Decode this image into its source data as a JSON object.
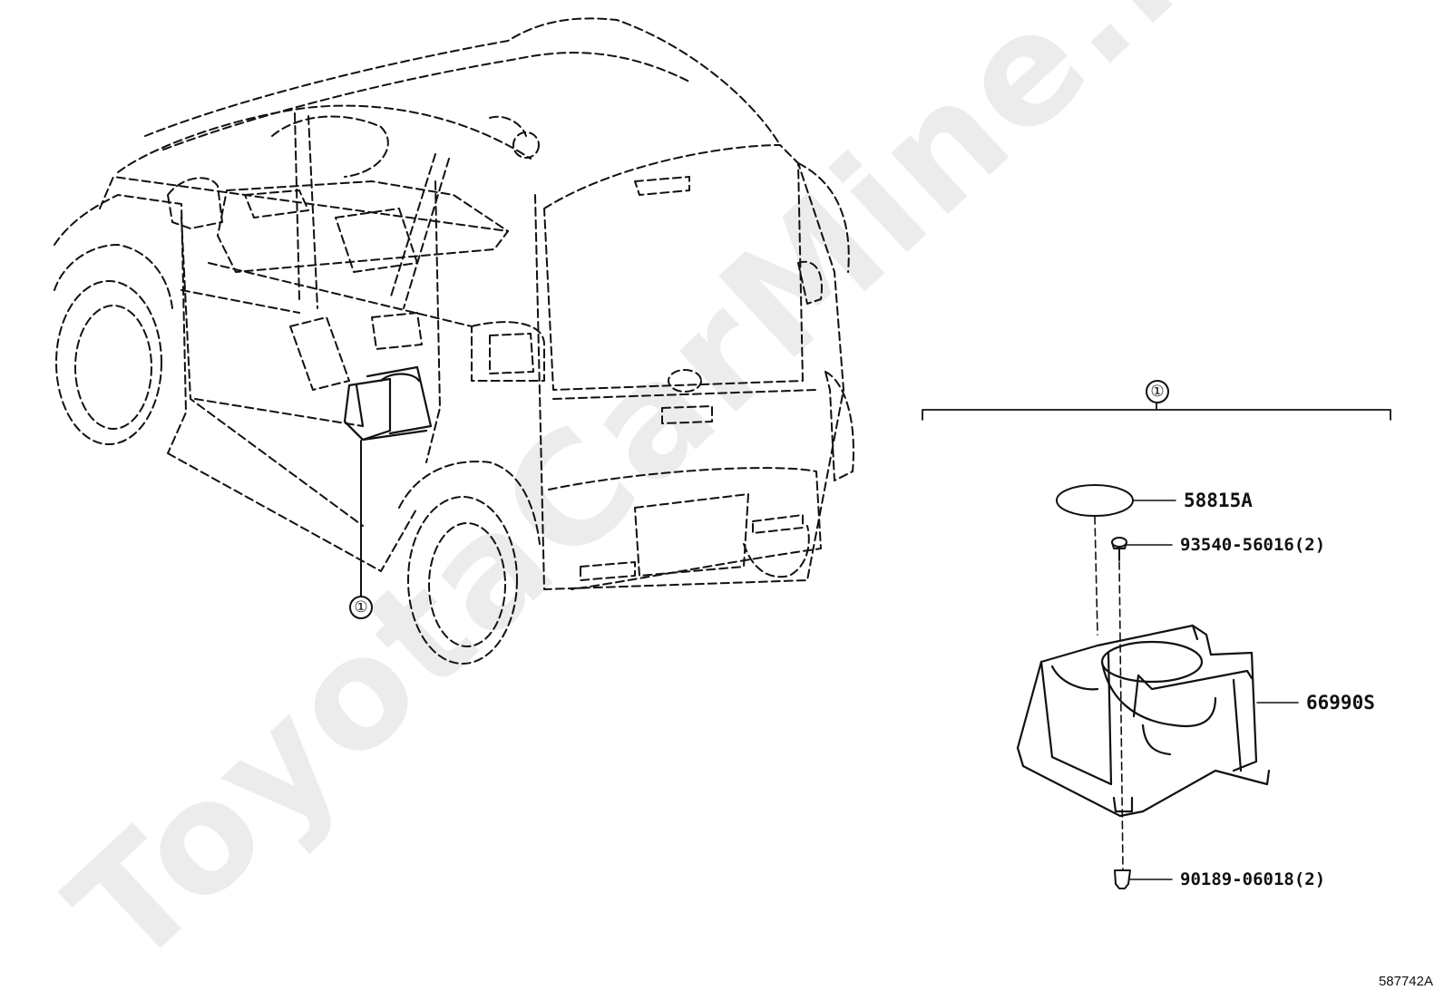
{
  "watermark": "ToyotaCarMine.ru",
  "callout_symbol": "①",
  "parts": {
    "part_a": "58815A",
    "part_b": "93540-56016(2)",
    "part_c": "66990S",
    "part_d": "90189-06018(2)"
  },
  "figure_id": "587742A"
}
